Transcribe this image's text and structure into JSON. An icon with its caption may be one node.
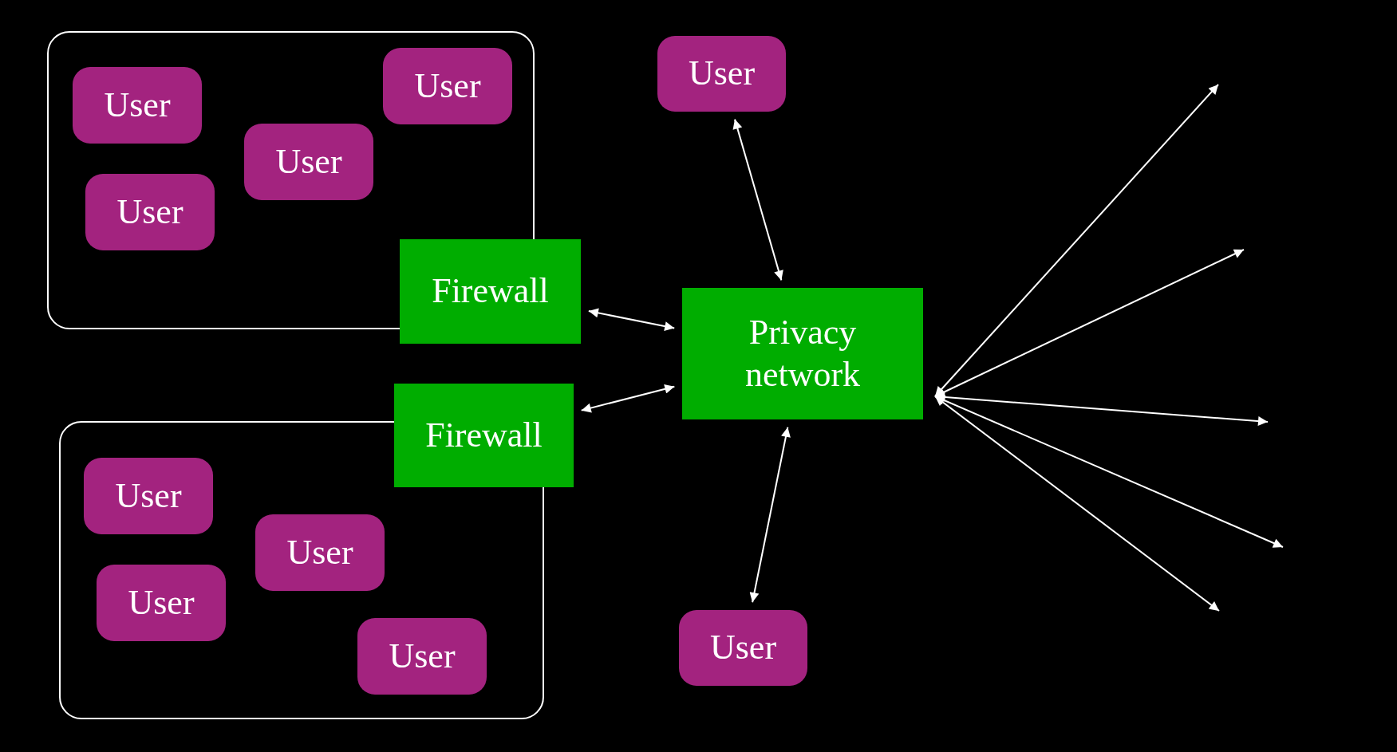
{
  "diagram": {
    "nodes": [
      {
        "text": [],
        "shape": "box"
      },
      {
        "text": [
          "User"
        ],
        "in": 0
      },
      {
        "text": [
          "User"
        ],
        "in": 0
      },
      {
        "text": [
          "User"
        ],
        "in": 0
      },
      {
        "text": [
          "User"
        ],
        "in": 0
      },
      {
        "text": [
          "Firewall"
        ]
      },
      {
        "text": [],
        "shape": "box"
      },
      {
        "text": [
          "User"
        ],
        "in": 6
      },
      {
        "text": [
          "User"
        ],
        "in": 6
      },
      {
        "text": [
          "User"
        ],
        "in": 6
      },
      {
        "text": [
          "User"
        ],
        "in": 6
      },
      {
        "text": [
          "Firewall"
        ]
      },
      {
        "text": [
          "User"
        ]
      },
      {
        "text": [
          "Privacy network"
        ]
      },
      {
        "text": [
          "User"
        ]
      }
    ],
    "edges": [
      {
        "from": 5,
        "to": 13,
        "arrow": "both"
      },
      {
        "from": 11,
        "to": 13,
        "arrow": "both"
      },
      {
        "from": 12,
        "to": 13,
        "arrow": "both"
      },
      {
        "from": 13,
        "to": 14,
        "arrow": "both"
      },
      {
        "from": 13,
        "to": null,
        "arrow": "both"
      },
      {
        "from": 13,
        "to": null,
        "arrow": "both"
      },
      {
        "from": 13,
        "to": null,
        "arrow": "both"
      },
      {
        "from": 13,
        "to": null,
        "arrow": "both"
      },
      {
        "from": 13,
        "to": null,
        "arrow": "both"
      }
    ]
  }
}
